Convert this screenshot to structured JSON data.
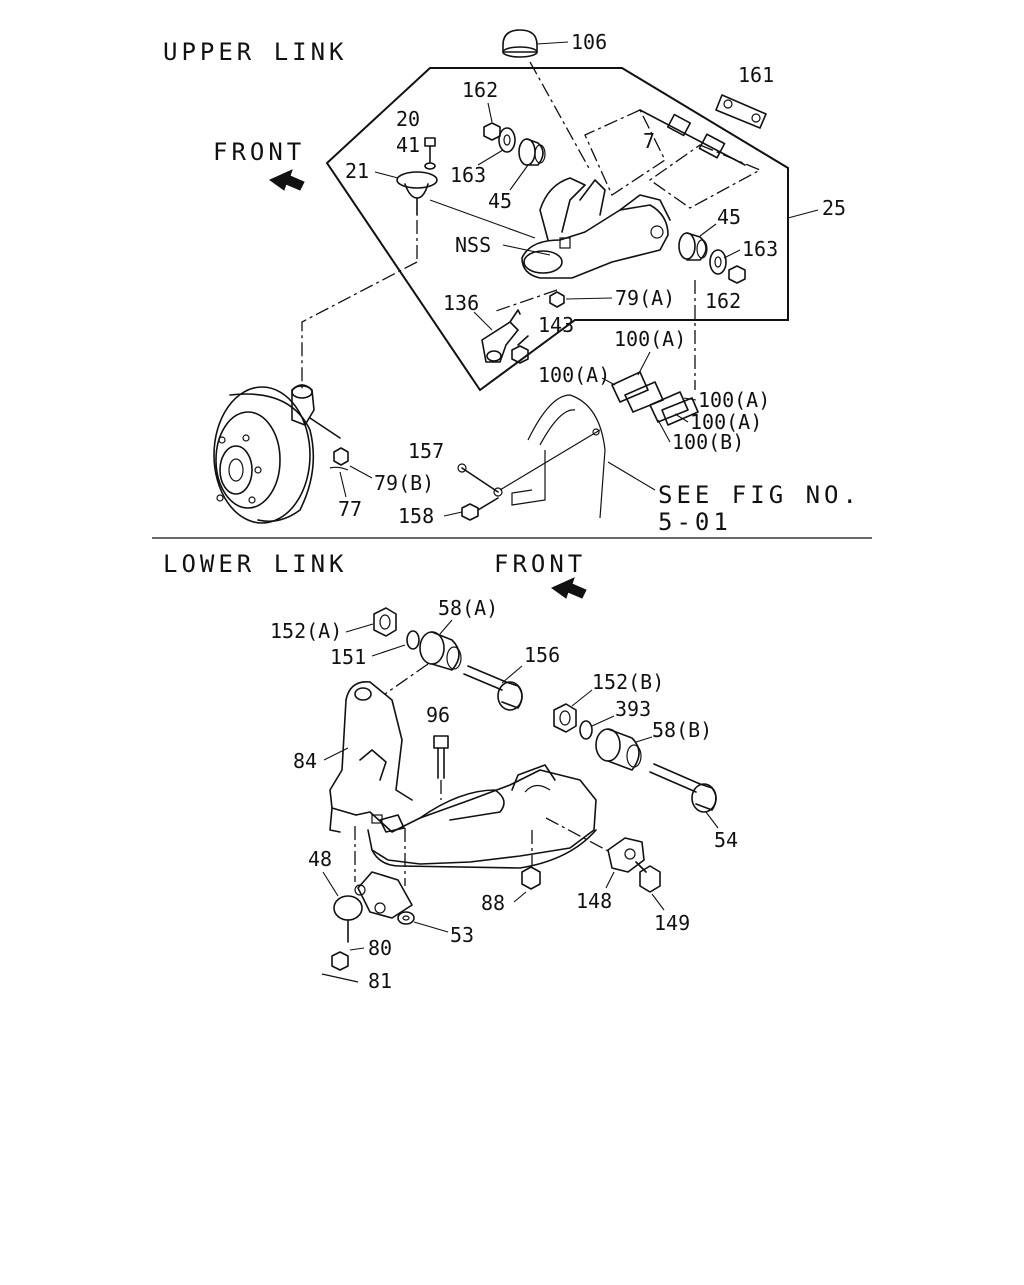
{
  "sections": {
    "upper_title": "UPPER LINK",
    "lower_title": "LOWER LINK",
    "front_upper": "FRONT",
    "front_lower": "FRONT",
    "see_fig_line1": "SEE FIG NO.",
    "see_fig_line2": "5-01"
  },
  "upper_labels": {
    "p106": "106",
    "p161": "161",
    "p162a": "162",
    "p20": "20",
    "p41": "41",
    "p21": "21",
    "p163a": "163",
    "p45a": "45",
    "p7": "7",
    "p25": "25",
    "p45b": "45",
    "p163b": "163",
    "p162b": "162",
    "nss": "NSS",
    "p79a": "79(A)",
    "p136": "136",
    "p143": "143",
    "p100a1": "100(A)",
    "p100a2": "100(A)",
    "p100a3": "100(A)",
    "p100a4": "100(A)",
    "p100b": "100(B)",
    "p157": "157",
    "p79b": "79(B)",
    "p77": "77",
    "p158": "158"
  },
  "lower_labels": {
    "p58a": "58(A)",
    "p152a": "152(A)",
    "p151": "151",
    "p156": "156",
    "p152b": "152(B)",
    "p96": "96",
    "p393": "393",
    "p58b": "58(B)",
    "p84": "84",
    "p54": "54",
    "p48": "48",
    "p88": "88",
    "p148": "148",
    "p149": "149",
    "p80": "80",
    "p53": "53",
    "p81": "81"
  }
}
